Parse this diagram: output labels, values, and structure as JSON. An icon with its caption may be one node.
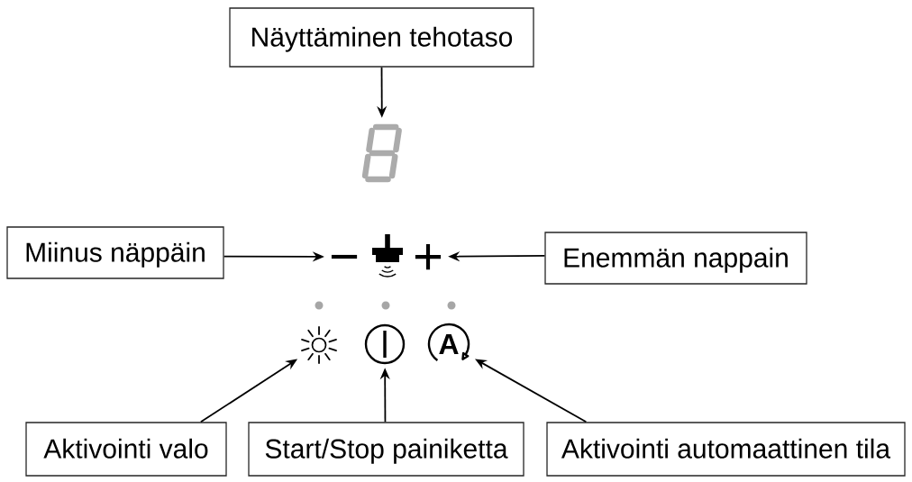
{
  "diagram": {
    "nodes": [
      {
        "text": [
          "Näyttäminen tehotaso"
        ]
      },
      {
        "text": [],
        "shape": "picture"
      },
      {
        "text": [
          "Miinus näppäin"
        ]
      },
      {
        "text": [
          "−"
        ]
      },
      {
        "text": [
          "+"
        ]
      },
      {
        "text": [
          "Enemmän nappain"
        ]
      },
      {
        "text": [],
        "shape": "picture"
      },
      {
        "text": [],
        "shape": "picture"
      },
      {
        "text": [
          "A"
        ]
      },
      {
        "text": [
          "Aktivointi valo"
        ]
      },
      {
        "text": [
          "Start/Stop painiketta"
        ]
      },
      {
        "text": [
          "Aktivointi automaattinen tila"
        ]
      }
    ],
    "edges": [
      {
        "from": 0,
        "to": 1,
        "arrow": "to"
      },
      {
        "from": 2,
        "to": 3,
        "arrow": "to"
      },
      {
        "from": 5,
        "to": 4,
        "arrow": "to"
      },
      {
        "from": 9,
        "to": 6,
        "arrow": "to"
      },
      {
        "from": 10,
        "to": 7,
        "arrow": "to"
      },
      {
        "from": 11,
        "to": 8,
        "arrow": "to"
      }
    ]
  }
}
